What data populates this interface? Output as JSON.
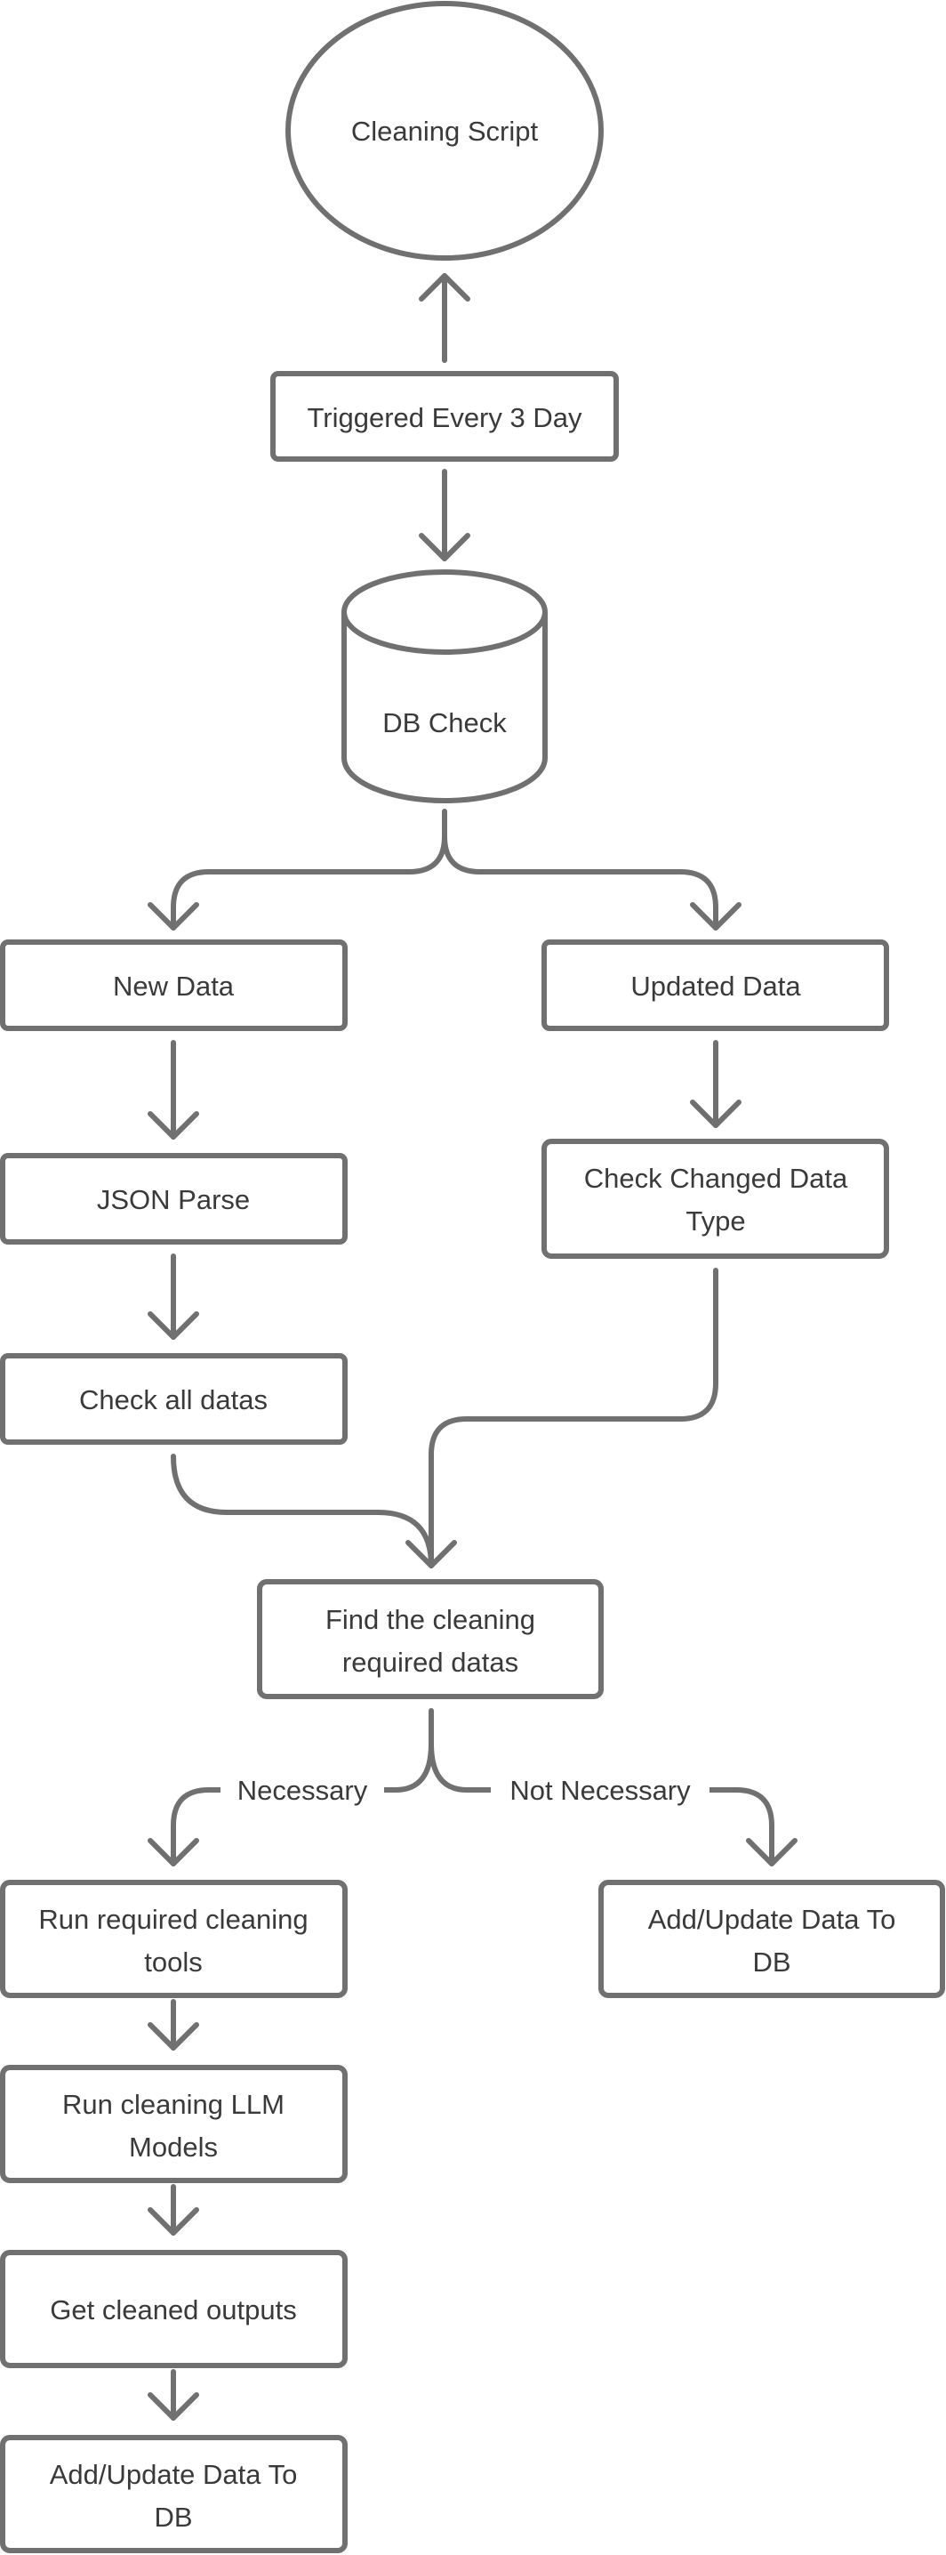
{
  "nodes": {
    "cleaning_script": "Cleaning Script",
    "triggered": "Triggered Every 3 Day",
    "db_check": "DB Check",
    "new_data": "New Data",
    "updated_data": "Updated Data",
    "json_parse": "JSON Parse",
    "check_changed": [
      "Check Changed Data",
      "Type"
    ],
    "check_all": "Check all datas",
    "find_cleaning": [
      "Find the cleaning",
      "required datas"
    ],
    "run_tools": [
      "Run required cleaning",
      "tools"
    ],
    "add_update_right": [
      "Add/Update Data To",
      "DB"
    ],
    "run_llm": [
      "Run cleaning LLM",
      "Models"
    ],
    "get_outputs": "Get cleaned outputs",
    "add_update_bottom": [
      "Add/Update Data To",
      "DB"
    ]
  },
  "edges": {
    "necessary": "Necessary",
    "not_necessary": "Not Necessary"
  }
}
